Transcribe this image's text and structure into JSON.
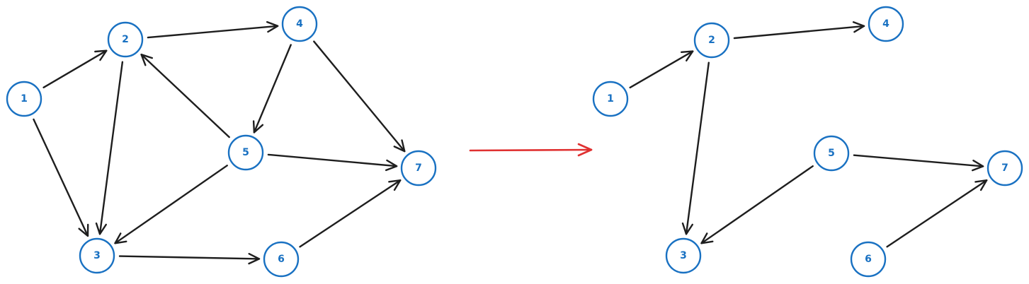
{
  "graphs": [
    {
      "id": "original-graph",
      "nodes": [
        "1",
        "2",
        "3",
        "4",
        "5",
        "6",
        "7"
      ],
      "edges": [
        {
          "from": "1",
          "to": "2"
        },
        {
          "from": "1",
          "to": "3"
        },
        {
          "from": "2",
          "to": "4"
        },
        {
          "from": "2",
          "to": "3"
        },
        {
          "from": "4",
          "to": "5"
        },
        {
          "from": "4",
          "to": "7"
        },
        {
          "from": "5",
          "to": "2"
        },
        {
          "from": "5",
          "to": "3"
        },
        {
          "from": "5",
          "to": "7"
        },
        {
          "from": "3",
          "to": "6"
        },
        {
          "from": "6",
          "to": "7"
        }
      ]
    },
    {
      "id": "result-graph",
      "nodes": [
        "1",
        "2",
        "3",
        "4",
        "5",
        "6",
        "7"
      ],
      "edges": [
        {
          "from": "1",
          "to": "2"
        },
        {
          "from": "2",
          "to": "4"
        },
        {
          "from": "2",
          "to": "3"
        },
        {
          "from": "5",
          "to": "3"
        },
        {
          "from": "5",
          "to": "7"
        },
        {
          "from": "6",
          "to": "7"
        }
      ]
    }
  ],
  "transform_arrow": {
    "color": "#e03131",
    "icon": "arrow-right-icon"
  },
  "colors": {
    "node_stroke": "#1971c2",
    "node_label": "#1971c2",
    "edge": "#1e1e1e",
    "background": "#ffffff"
  }
}
